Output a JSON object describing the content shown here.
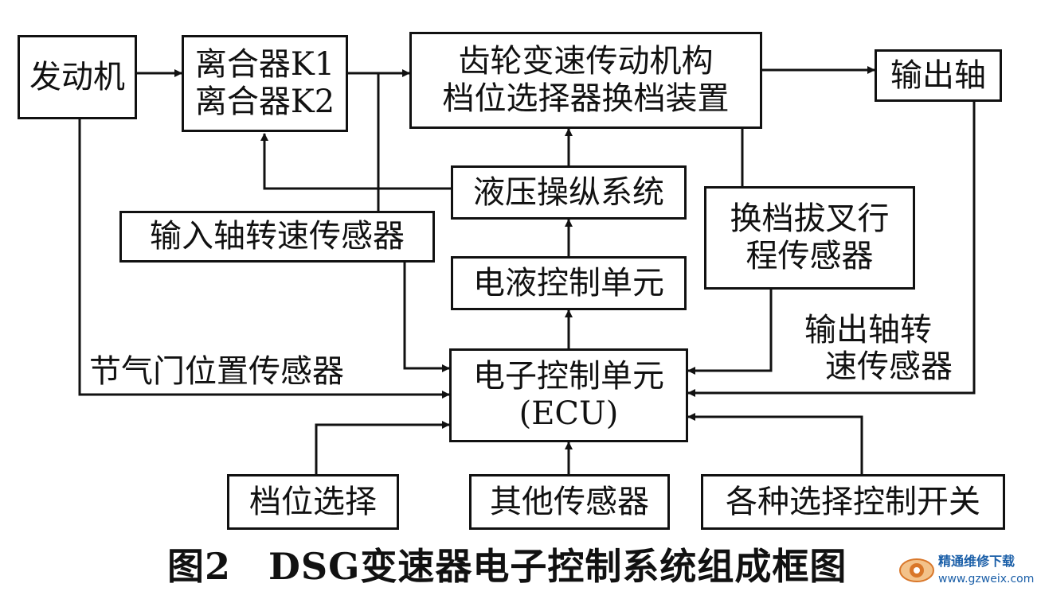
{
  "boxes": {
    "engine": "发动机",
    "clutch_k1": "离合器K1",
    "clutch_k2": "离合器K2",
    "gear_mechanism": "齿轮变速传动机构",
    "gear_selector": "档位选择器换档装置",
    "output_shaft": "输出轴",
    "hydraulic_system": "液压操纵系统",
    "input_speed_sensor": "输入轴转速传感器",
    "shift_fork_sensor_line1": "换档拔叉行",
    "shift_fork_sensor_line2": "程传感器",
    "ehcu": "电液控制单元",
    "ecu_line1": "电子控制单元",
    "ecu_line2": "(ECU)",
    "gear_select": "档位选择",
    "other_sensors": "其他传感器",
    "switches": "各种选择控制开关"
  },
  "labels": {
    "throttle_sensor": "节气门位置传感器",
    "output_speed_sensor_line1": "输出轴转",
    "output_speed_sensor_line2": "速传感器"
  },
  "caption": "图2　DSG变速器电子控制系统组成框图",
  "watermark": {
    "brand": "精通维修下载",
    "url": "www.gzweix.com"
  }
}
